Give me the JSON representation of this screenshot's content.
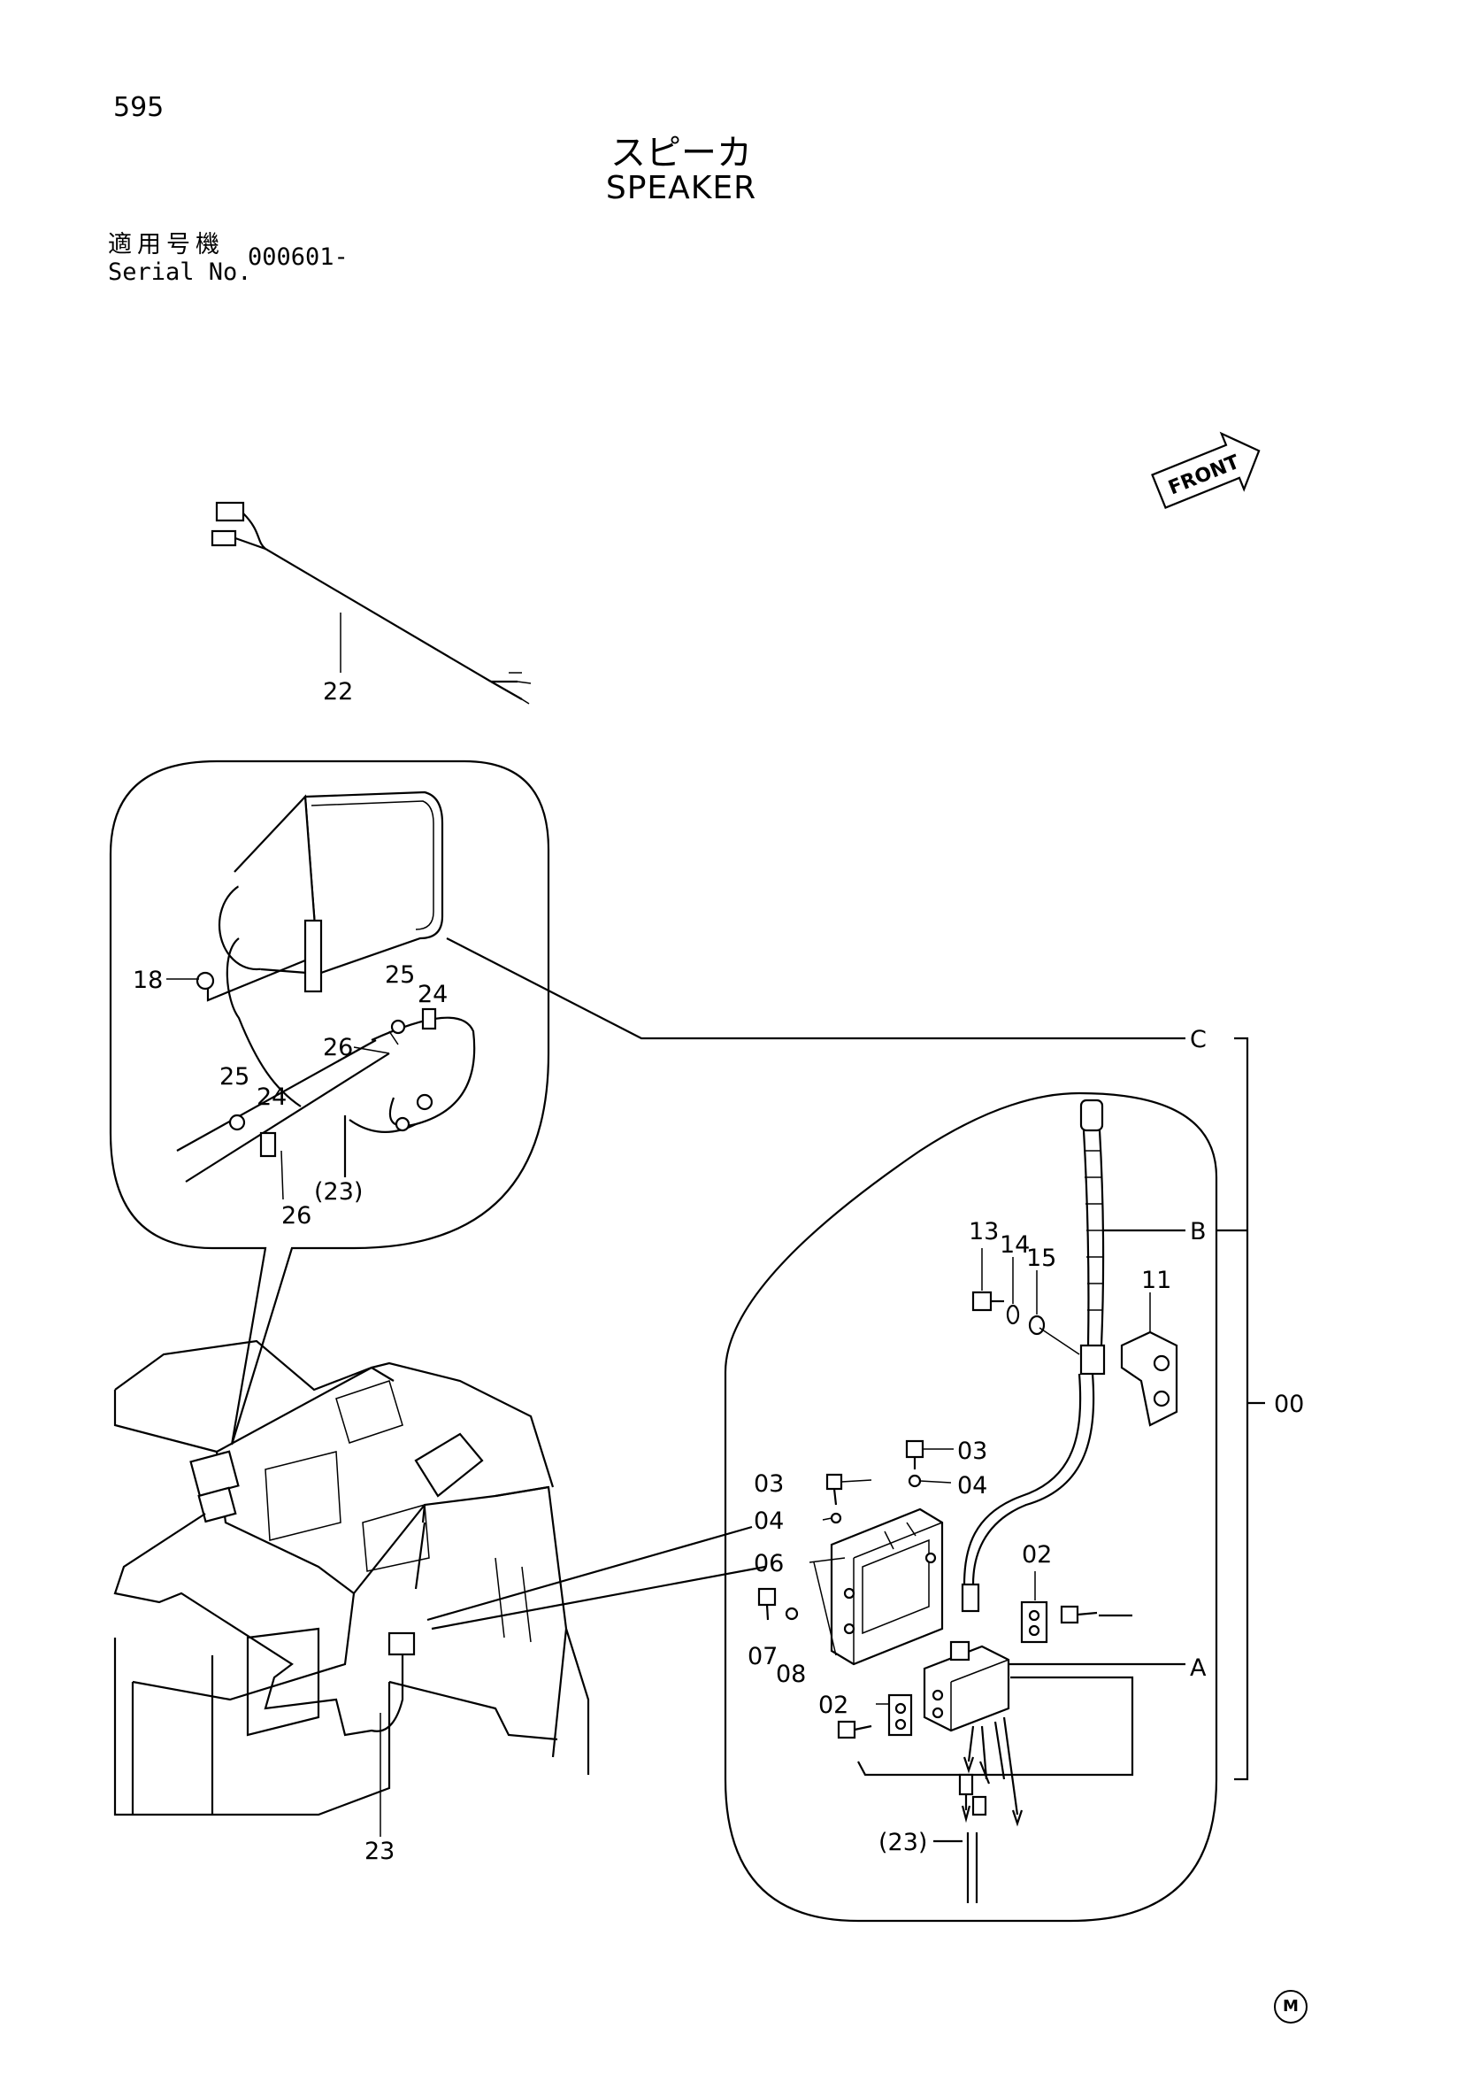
{
  "header": {
    "page_number": "595",
    "title_jp": "スピーカ",
    "title_en": "SPEAKER",
    "serial_label_jp": "適用号機",
    "serial_label_en": "Serial No.",
    "serial_value": "000601-"
  },
  "front_arrow": {
    "label": "FRONT"
  },
  "callouts": {
    "p22": "22",
    "p18": "18",
    "p25a": "25",
    "p24a": "24",
    "p26a": "26",
    "p25b": "25",
    "p24b": "24",
    "p26b": "26",
    "p23a": "(23)",
    "p23b": "23",
    "p23c": "(23)",
    "p13": "13",
    "p14": "14",
    "p15": "15",
    "p11": "11",
    "p03a": "03",
    "p03b": "03",
    "p04a": "04",
    "p04b": "04",
    "p06": "06",
    "p07": "07",
    "p08": "08",
    "p02a": "02",
    "p02b": "02",
    "p00": "00"
  },
  "refs": {
    "a": "A",
    "b": "B",
    "c": "C"
  },
  "footer": {
    "mark": "M"
  }
}
